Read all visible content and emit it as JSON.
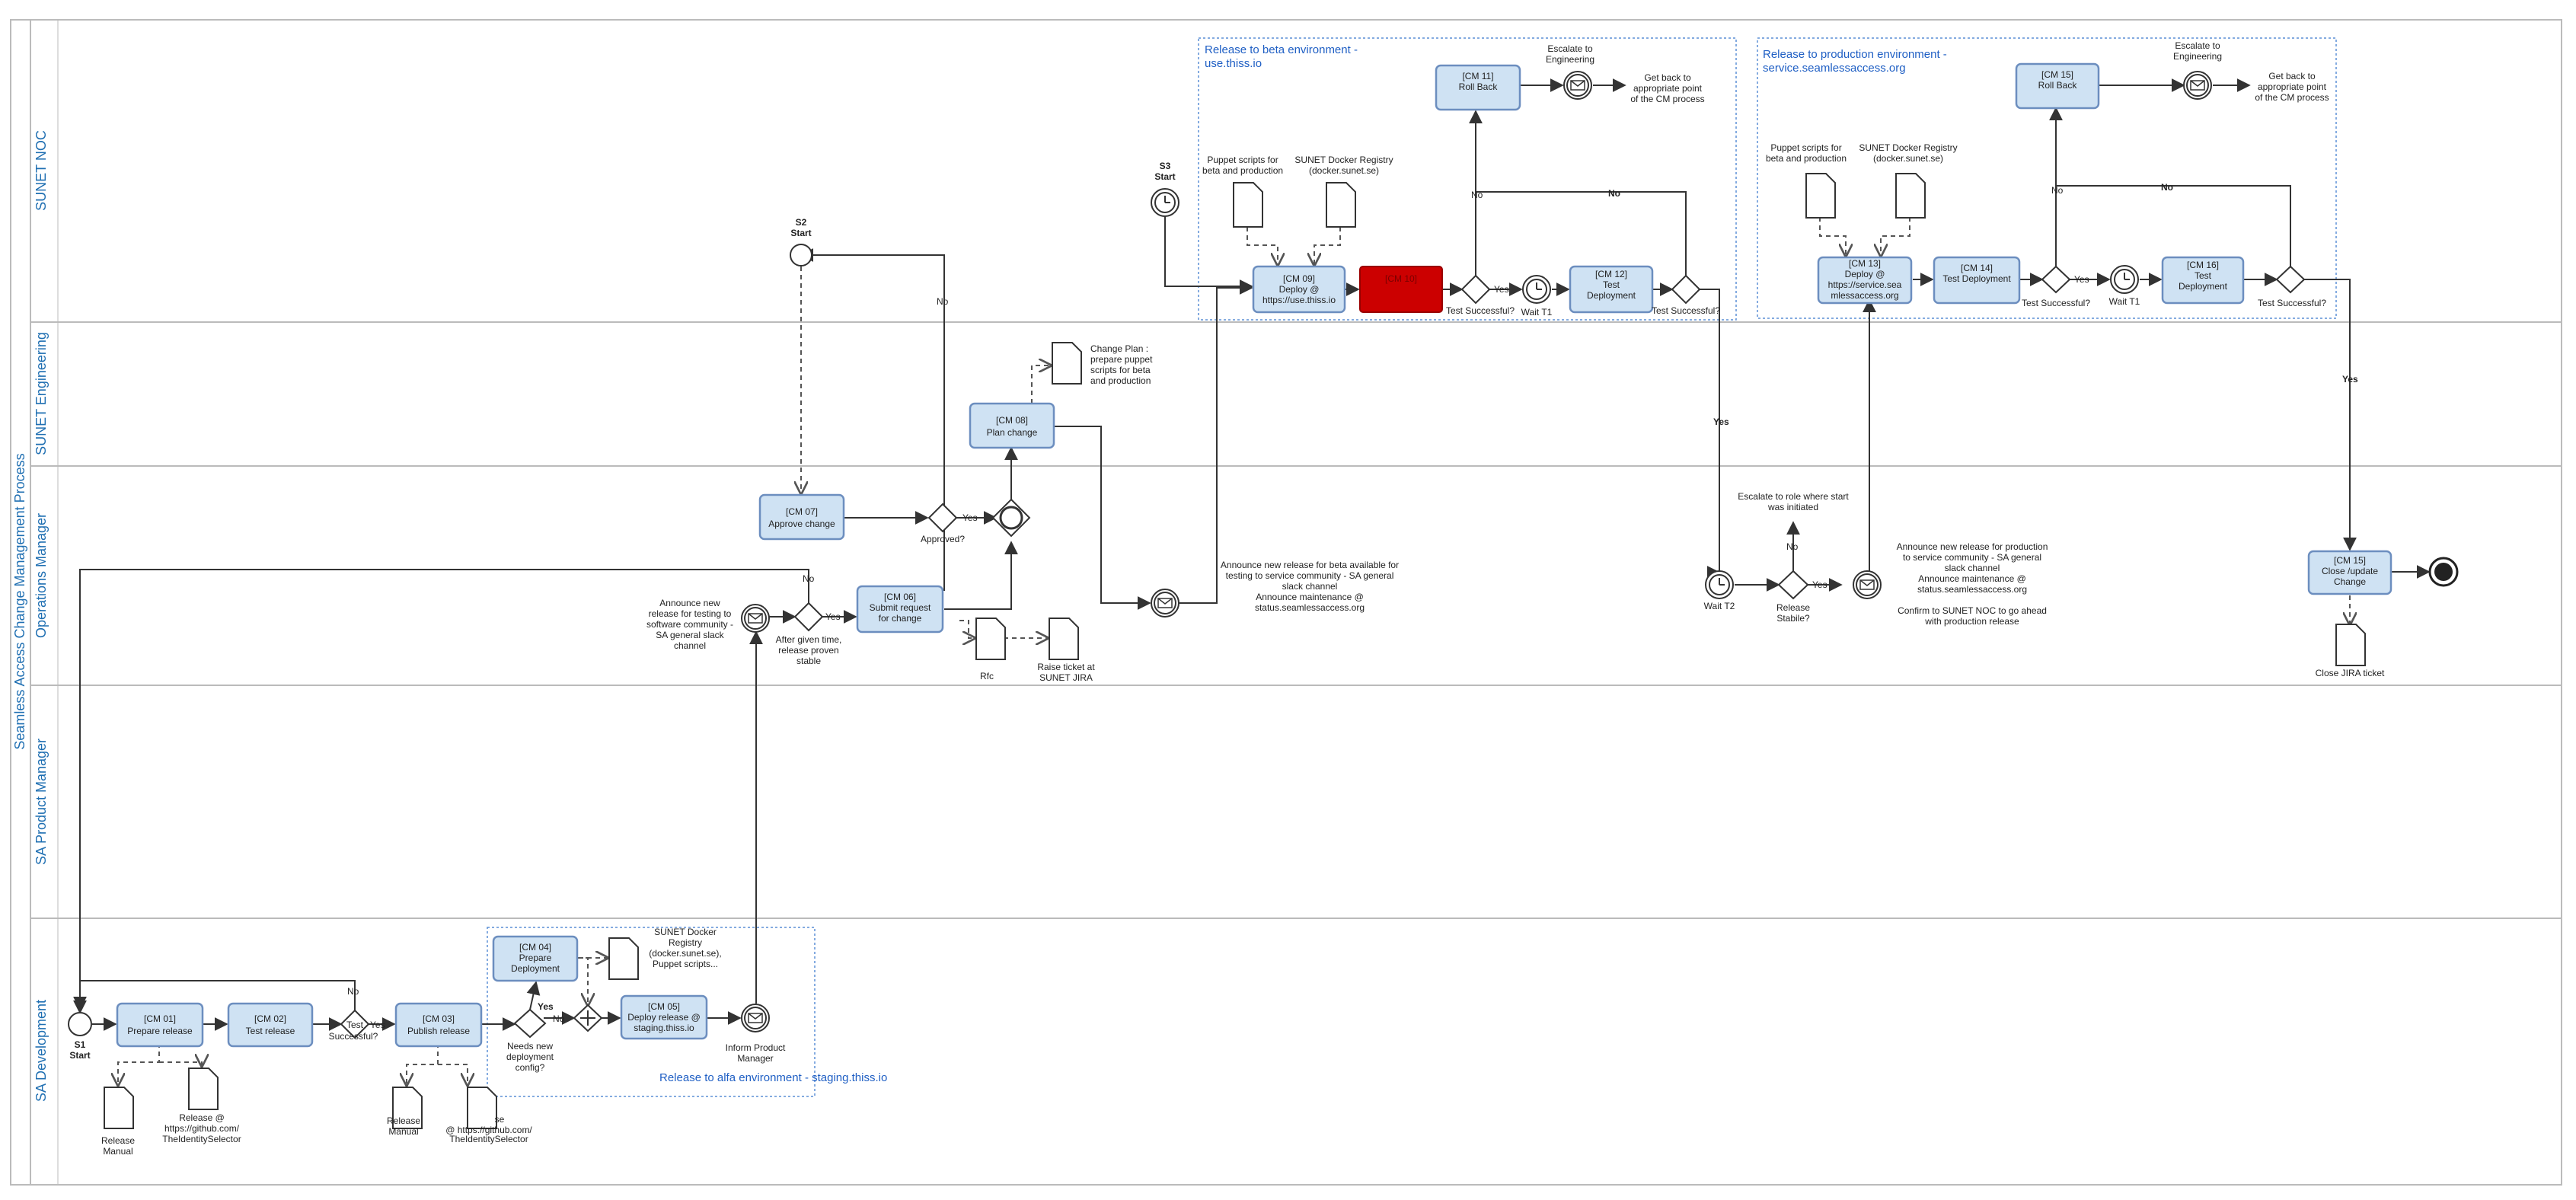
{
  "pool": {
    "title": "Seamless Access Change Management Process"
  },
  "lanes": [
    "SUNET NOC",
    "SUNET Engineering",
    "Operations Manager",
    "SA Product Manager",
    "SA Development"
  ],
  "groups": {
    "alfa": "Release to alfa environment - staging.thiss.io",
    "beta": "Release to beta environment - use.thiss.io",
    "prod": "Release to production environment - service.seamlessaccess.org"
  },
  "tasks": {
    "cm01": [
      "[CM 01]",
      "Prepare release"
    ],
    "cm02": [
      "[CM 02]",
      "Test release"
    ],
    "cm03": [
      "[CM 03]",
      "Publish release"
    ],
    "cm04": [
      "[CM 04]",
      "Prepare",
      "Deployment"
    ],
    "cm05": [
      "[CM 05]",
      "Deploy release @",
      "staging.thiss.io"
    ],
    "cm06": [
      "[CM 06]",
      "Submit request",
      "for change"
    ],
    "cm07": [
      "[CM 07]",
      "Approve change"
    ],
    "cm08": [
      "[CM 08]",
      "Plan change"
    ],
    "cm09": [
      "[CM 09]",
      "Deploy @",
      "https://use.thiss.io"
    ],
    "cm10": [
      "[CM 10]"
    ],
    "cm11": [
      "[CM 11]",
      "Roll Back"
    ],
    "cm12": [
      "[CM 12]",
      "Test",
      "Deployment"
    ],
    "cm13": [
      "[CM 13]",
      "Deploy @",
      "https://service.sea",
      "mlessaccess.org"
    ],
    "cm14": [
      "[CM 14]",
      "Test Deployment"
    ],
    "cm15a": [
      "[CM 15]",
      "Roll Back"
    ],
    "cm15b": [
      "[CM 15]",
      "Close /update",
      "Change"
    ],
    "cm16": [
      "[CM 16]",
      "Test",
      "Deployment"
    ]
  },
  "labels": {
    "s1": [
      "S1",
      "Start"
    ],
    "s2": [
      "S2",
      "Start"
    ],
    "s3": [
      "S3",
      "Start"
    ],
    "yes": "Yes",
    "no": "No",
    "test_q_a": "Test",
    "test_q_b": "Successful?",
    "test_successful": "Test Successful?",
    "needs_config": [
      "Needs new",
      "deployment",
      "config?"
    ],
    "approved": "Approved?",
    "after_given_time": [
      "After given time,",
      "release proven",
      "stable"
    ],
    "release_stable": [
      "Release",
      "Stabile?"
    ],
    "wait_t1": "Wait T1",
    "wait_t2": "Wait T2",
    "release_manual": [
      "Release",
      "Manual"
    ],
    "release_github": [
      "Release @",
      "https://github.com/",
      "TheIdentitySelector"
    ],
    "release_manual2": [
      "Release",
      "Manual"
    ],
    "release_github2": [
      "se",
      "@ https://github.com/",
      "TheIdentitySelector"
    ],
    "docker_reg_alfa": [
      "SUNET Docker",
      "Registry",
      "(docker.sunet.se),",
      "Puppet scripts..."
    ],
    "inform_pm": [
      "Inform Product",
      "Manager"
    ],
    "announce_test": [
      "Announce new",
      "release for testing to",
      "software community -",
      "SA general slack",
      "channel"
    ],
    "rfc": "Rfc",
    "raise_ticket": [
      "Raise ticket at",
      "SUNET JIRA"
    ],
    "change_plan": [
      "Change Plan :",
      "prepare puppet",
      "scripts for beta",
      "and production"
    ],
    "announce_beta": [
      "Announce new release for beta available for",
      "testing to service community - SA general",
      "slack channel",
      "Announce maintenance @",
      "status.seamlessaccess.org"
    ],
    "puppet_beta": [
      "Puppet scripts for",
      "beta and production"
    ],
    "docker_beta": [
      "SUNET Docker Registry",
      "(docker.sunet.se)"
    ],
    "escalate_eng": [
      "Escalate to",
      "Engineering"
    ],
    "get_back": [
      "Get back to",
      "appropriate point",
      "of the CM process"
    ],
    "escalate_role": [
      "Escalate to role where start",
      "was initiated"
    ],
    "announce_prod": [
      "Announce new release for production",
      "to service community - SA general",
      "slack channel",
      "Announce maintenance @",
      "status.seamlessaccess.org",
      "",
      "Confirm to SUNET NOC to go ahead",
      "with production release"
    ],
    "close_jira": "Close JIRA ticket"
  },
  "colors": {
    "task_fill": "#cfe2f3",
    "task_stroke": "#6c8ebf",
    "lane_text": "#1f6fb2",
    "cm10_fill": "#cc0000"
  }
}
